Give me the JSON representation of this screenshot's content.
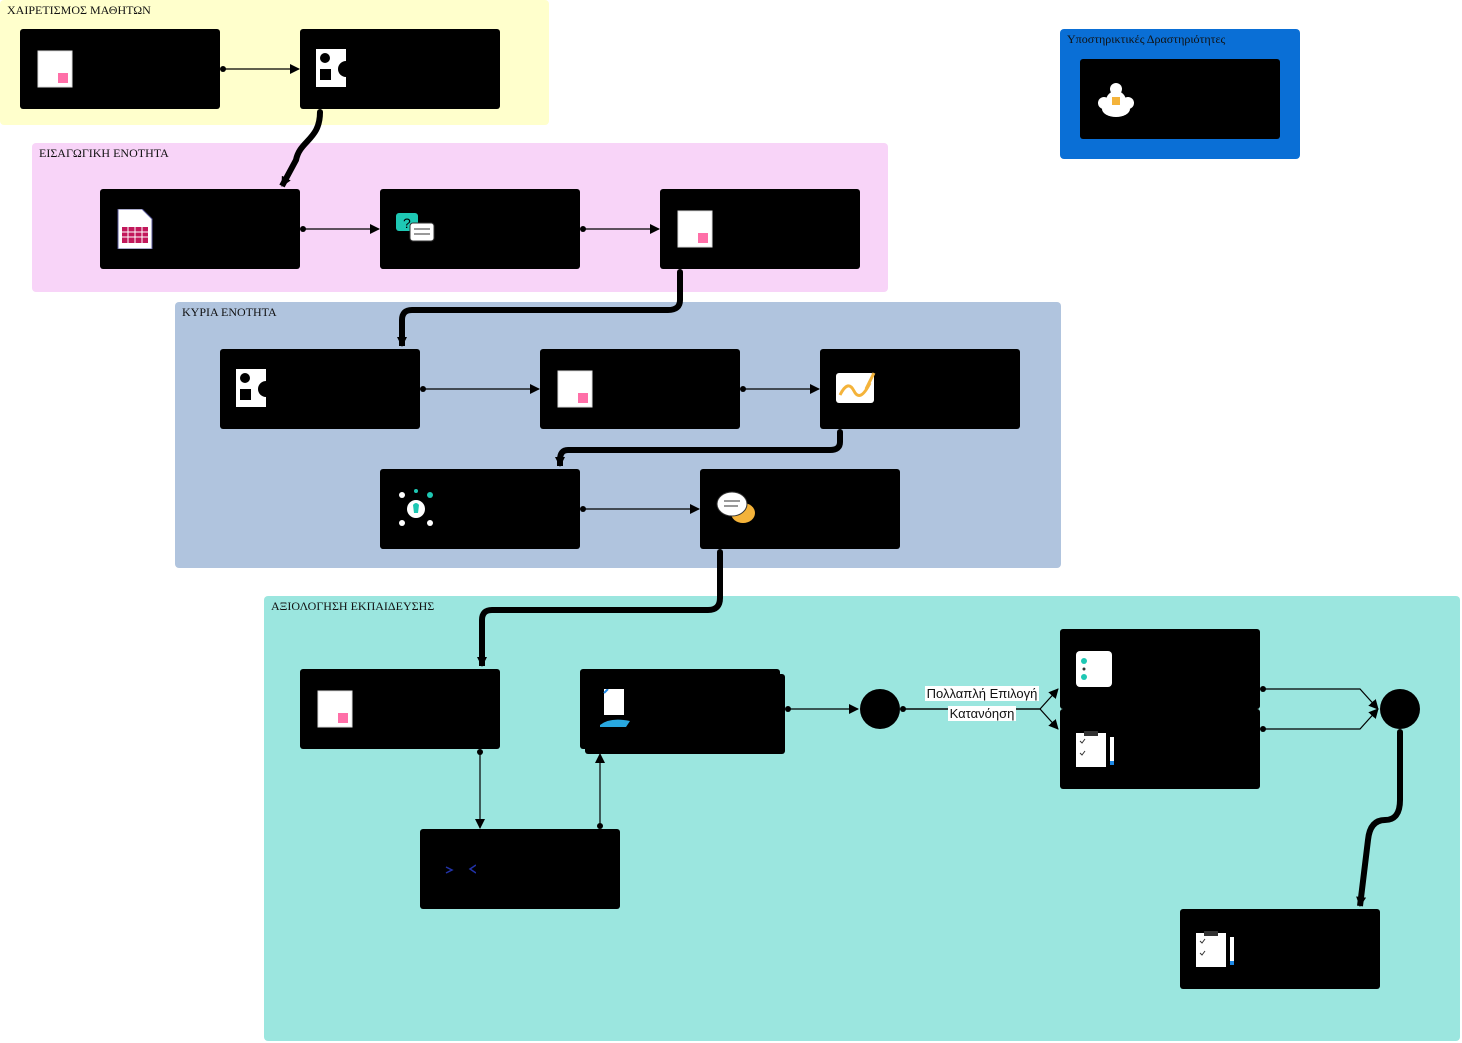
{
  "lanes": {
    "greeting": {
      "title": "ΧΑΙΡΕΤΙΣΜΟΣ ΜΑΘΗΤΩΝ",
      "color": "#ffffcc"
    },
    "intro": {
      "title": "ΕΙΣΑΓΩΓΙΚΗ ΕΝΟΤΗΤΑ",
      "color": "#f8d4f8"
    },
    "main": {
      "title": "ΚΥΡΙΑ ΕΝΟΤΗΤΑ",
      "color": "#b0c4de"
    },
    "assessment": {
      "title": "ΑΞΙΟΛΟΓΗΣΗ ΕΚΠΑΙΔΕΥΣΗΣ",
      "color": "#9be6df"
    },
    "support": {
      "title": "Υποστηρικτικές Δραστηριότητες",
      "color": "#0a6fd6"
    }
  },
  "gateway_label": {
    "line1": "Πολλαπλή Επιλογή",
    "line2": "Κατανόηση"
  },
  "icons": {
    "greet_1": "document-icon",
    "greet_2": "shapes-icon",
    "intro_1": "spreadsheet-icon",
    "intro_2": "question-chat-icon",
    "intro_3": "document-icon",
    "main_1": "shapes-icon",
    "main_2": "document-icon",
    "main_3": "drawing-icon",
    "main_4": "idea-icon",
    "main_5": "discussion-icon",
    "assess_1": "document-icon",
    "assess_2": "submit-document-icon",
    "assess_3": "code-icon",
    "assess_4": "quiz-icon",
    "assess_5": "checklist-icon",
    "assess_6": "checklist-icon",
    "support_1": "group-icon"
  }
}
